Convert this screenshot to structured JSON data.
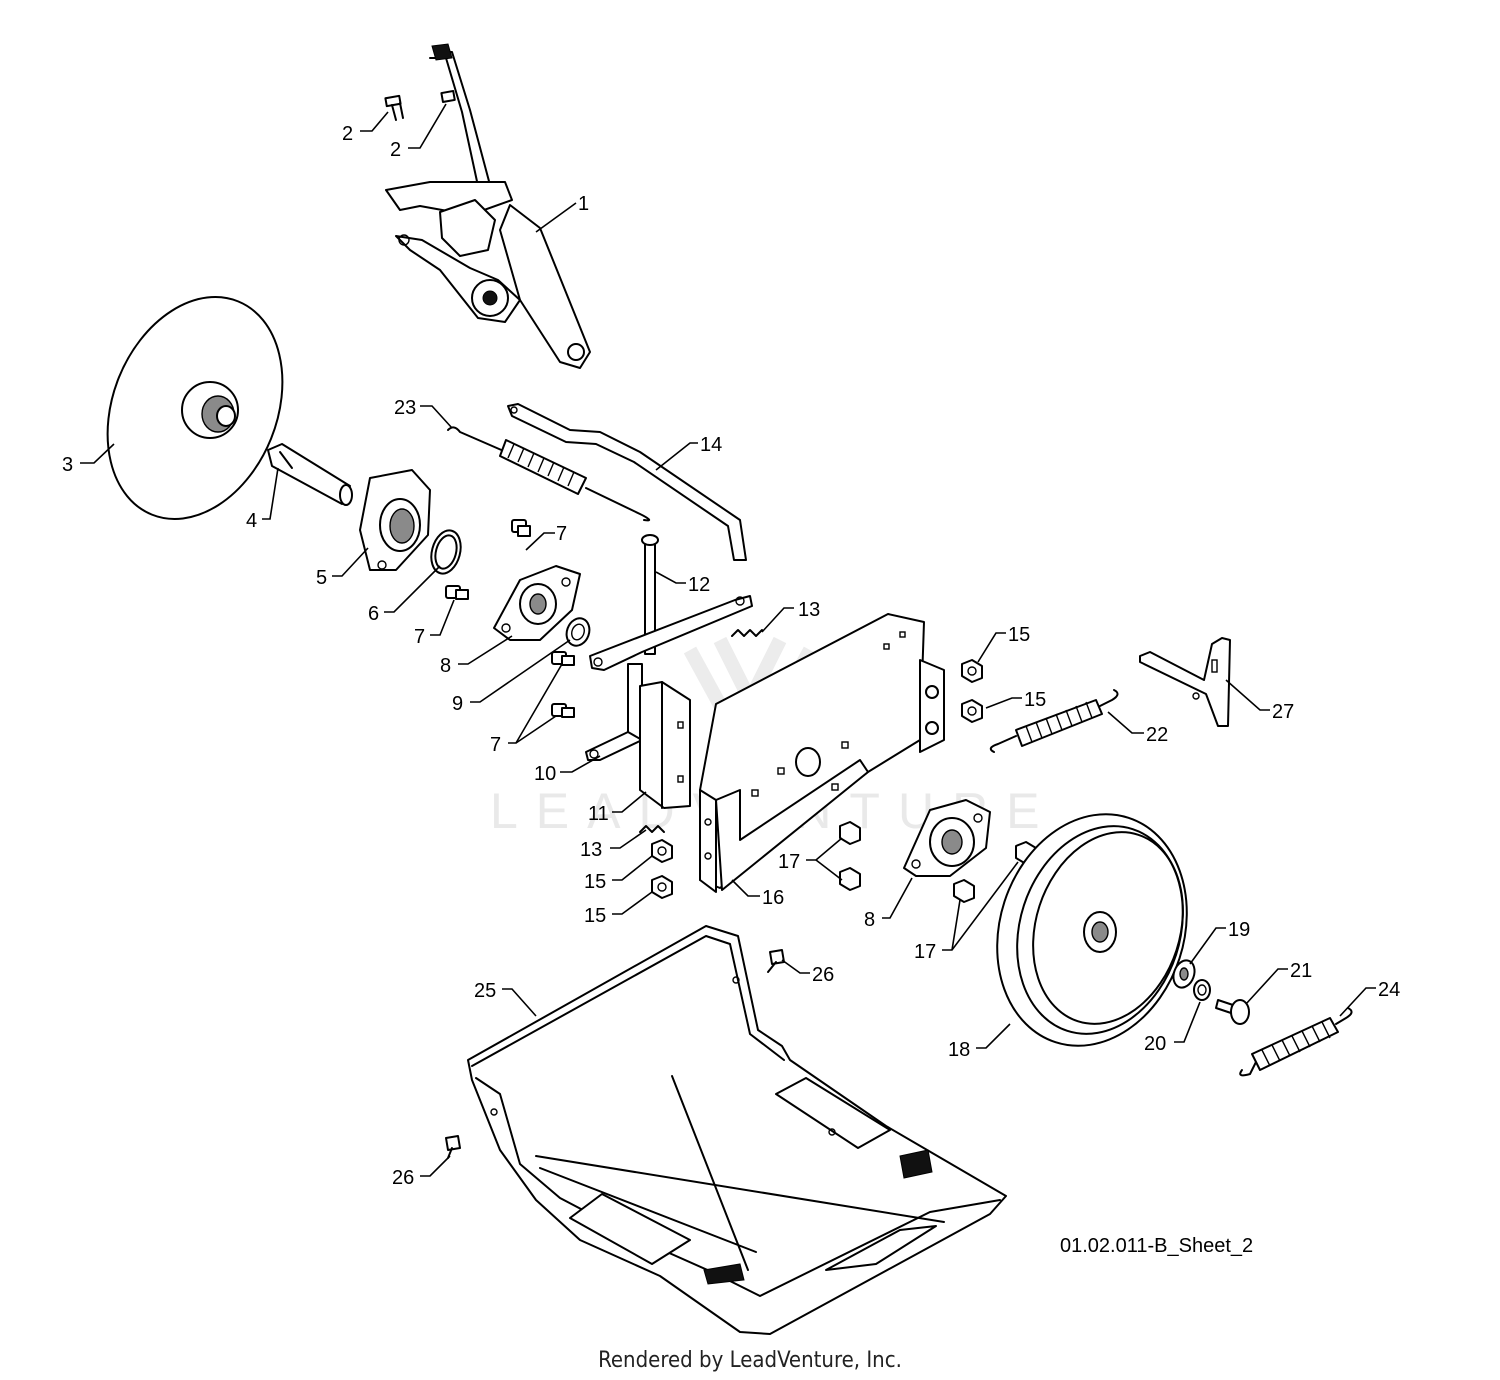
{
  "diagram": {
    "sheet_id": "01.02.011-B_Sheet_2",
    "credit": "Rendered by LeadVenture, Inc.",
    "watermark": "LEADVENTURE",
    "callouts": [
      {
        "id": "1",
        "text": "1"
      },
      {
        "id": "2a",
        "text": "2"
      },
      {
        "id": "2b",
        "text": "2"
      },
      {
        "id": "3",
        "text": "3"
      },
      {
        "id": "4",
        "text": "4"
      },
      {
        "id": "5",
        "text": "5"
      },
      {
        "id": "6",
        "text": "6"
      },
      {
        "id": "7a",
        "text": "7"
      },
      {
        "id": "7b",
        "text": "7"
      },
      {
        "id": "7c",
        "text": "7"
      },
      {
        "id": "8a",
        "text": "8"
      },
      {
        "id": "8b",
        "text": "8"
      },
      {
        "id": "9",
        "text": "9"
      },
      {
        "id": "10",
        "text": "10"
      },
      {
        "id": "11",
        "text": "11"
      },
      {
        "id": "12",
        "text": "12"
      },
      {
        "id": "13a",
        "text": "13"
      },
      {
        "id": "13b",
        "text": "13"
      },
      {
        "id": "14",
        "text": "14"
      },
      {
        "id": "15a",
        "text": "15"
      },
      {
        "id": "15b",
        "text": "15"
      },
      {
        "id": "15c",
        "text": "15"
      },
      {
        "id": "15d",
        "text": "15"
      },
      {
        "id": "16",
        "text": "16"
      },
      {
        "id": "17a",
        "text": "17"
      },
      {
        "id": "17b",
        "text": "17"
      },
      {
        "id": "18",
        "text": "18"
      },
      {
        "id": "19",
        "text": "19"
      },
      {
        "id": "20",
        "text": "20"
      },
      {
        "id": "21",
        "text": "21"
      },
      {
        "id": "22",
        "text": "22"
      },
      {
        "id": "23",
        "text": "23"
      },
      {
        "id": "24",
        "text": "24"
      },
      {
        "id": "25",
        "text": "25"
      },
      {
        "id": "26a",
        "text": "26"
      },
      {
        "id": "26b",
        "text": "26"
      },
      {
        "id": "27",
        "text": "27"
      }
    ]
  }
}
